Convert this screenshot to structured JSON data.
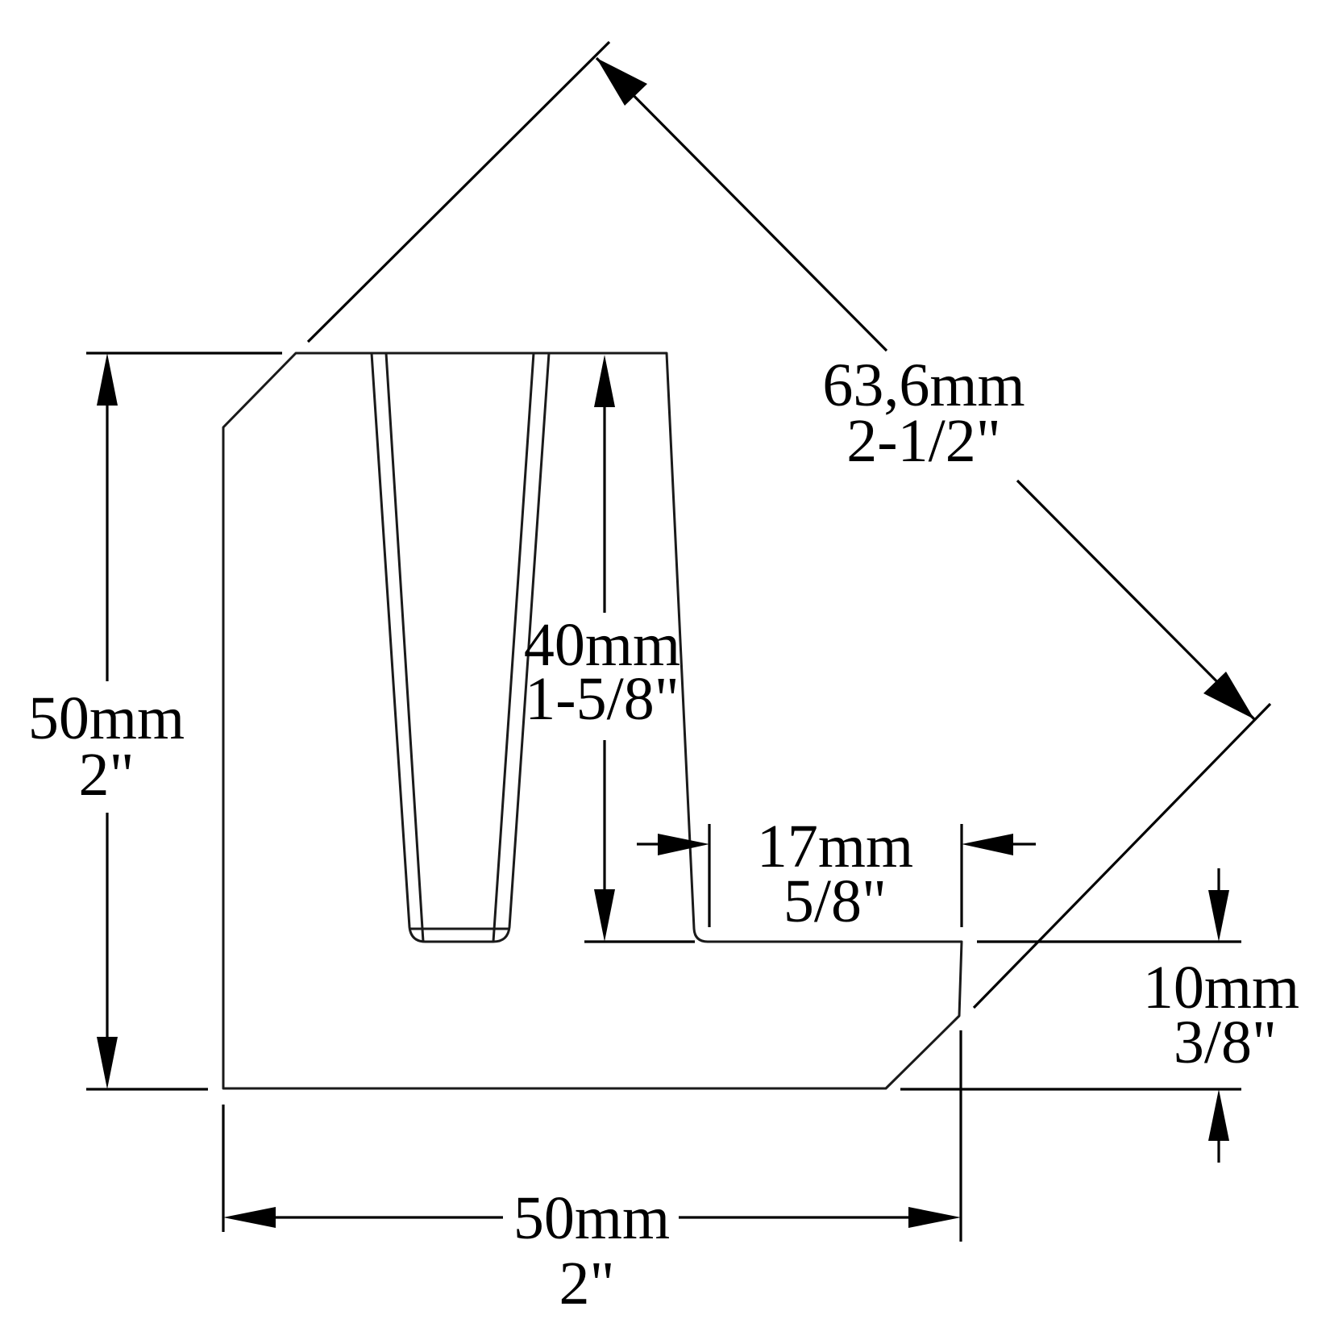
{
  "drawing": {
    "type": "technical-dimension-drawing",
    "subject": "L-shaped bracket profile with tapered slot and chamfered corners",
    "line_color": "#000000",
    "background": "#ffffff"
  },
  "dimensions": {
    "height_overall": {
      "metric": "50mm",
      "imperial": "2\""
    },
    "width_overall": {
      "metric": "50mm",
      "imperial": "2\""
    },
    "diagonal": {
      "metric": "63,6mm",
      "imperial": "2-1/2\""
    },
    "slot_depth": {
      "metric": "40mm",
      "imperial": "1-5/8\""
    },
    "step_width": {
      "metric": "17mm",
      "imperial": "5/8\""
    },
    "base_thickness": {
      "metric": "10mm",
      "imperial": "3/8\""
    }
  }
}
